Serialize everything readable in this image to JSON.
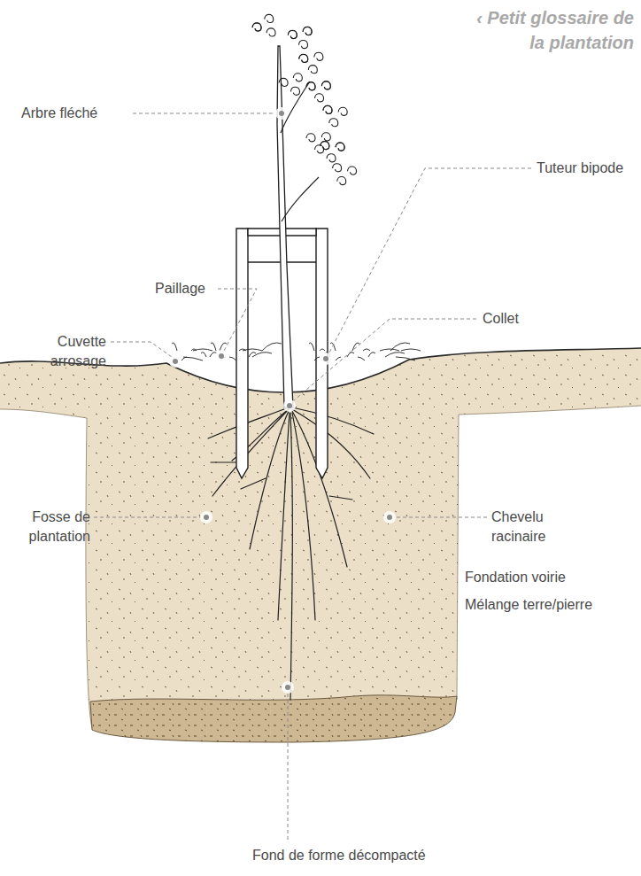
{
  "diagram": {
    "title": "‹ Petit glossaire de la plantation",
    "labels": [
      "Arbre fléché",
      "Tuteur bipode",
      "Paillage",
      "Collet",
      "Cuvette arrosage",
      "Fosse de plantation",
      "Chevelu racinaire",
      "Fondation voirie",
      "Mélange terre/pierre",
      "Fond de forme décompacté"
    ]
  }
}
